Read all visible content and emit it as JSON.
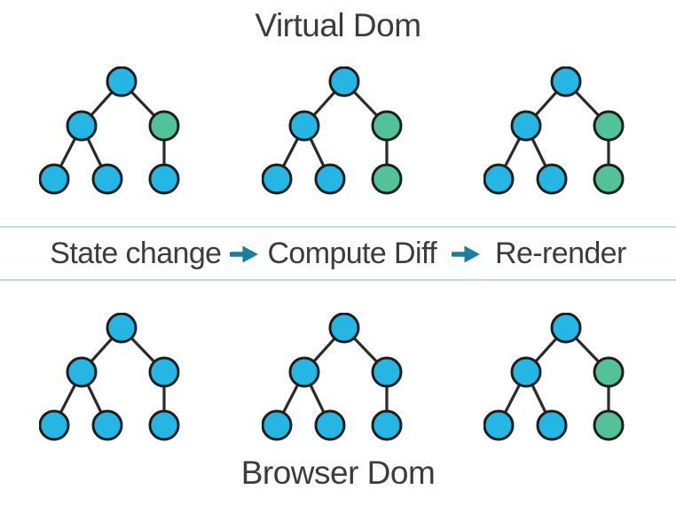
{
  "title": "Virtual Dom",
  "footer": "Browser Dom",
  "pipeline": {
    "steps": [
      "State change",
      "Compute Diff",
      "Re-render"
    ]
  },
  "colors": {
    "node_blue": "#25b6e3",
    "node_green": "#51c29a",
    "node_stroke": "#1d1d1d",
    "edge": "#2b2b2b",
    "arrow": "#1a7f9e",
    "band_border": "#bcdae3",
    "text": "#3c3c3c",
    "background": "#ffffff"
  },
  "trees": {
    "virtual": [
      {
        "name": "virtual-tree-1",
        "nodes": {
          "root": "blue",
          "left": "blue",
          "right": "green",
          "leaf1": "blue",
          "leaf2": "blue",
          "leaf3": "blue"
        }
      },
      {
        "name": "virtual-tree-2",
        "nodes": {
          "root": "blue",
          "left": "blue",
          "right": "green",
          "leaf1": "blue",
          "leaf2": "blue",
          "leaf3": "green"
        }
      },
      {
        "name": "virtual-tree-3",
        "nodes": {
          "root": "blue",
          "left": "blue",
          "right": "green",
          "leaf1": "blue",
          "leaf2": "blue",
          "leaf3": "green"
        }
      }
    ],
    "browser": [
      {
        "name": "browser-tree-1",
        "nodes": {
          "root": "blue",
          "left": "blue",
          "right": "blue",
          "leaf1": "blue",
          "leaf2": "blue",
          "leaf3": "blue"
        }
      },
      {
        "name": "browser-tree-2",
        "nodes": {
          "root": "blue",
          "left": "blue",
          "right": "blue",
          "leaf1": "blue",
          "leaf2": "blue",
          "leaf3": "blue"
        }
      },
      {
        "name": "browser-tree-3",
        "nodes": {
          "root": "blue",
          "left": "blue",
          "right": "green",
          "leaf1": "blue",
          "leaf2": "blue",
          "leaf3": "green"
        }
      }
    ]
  }
}
